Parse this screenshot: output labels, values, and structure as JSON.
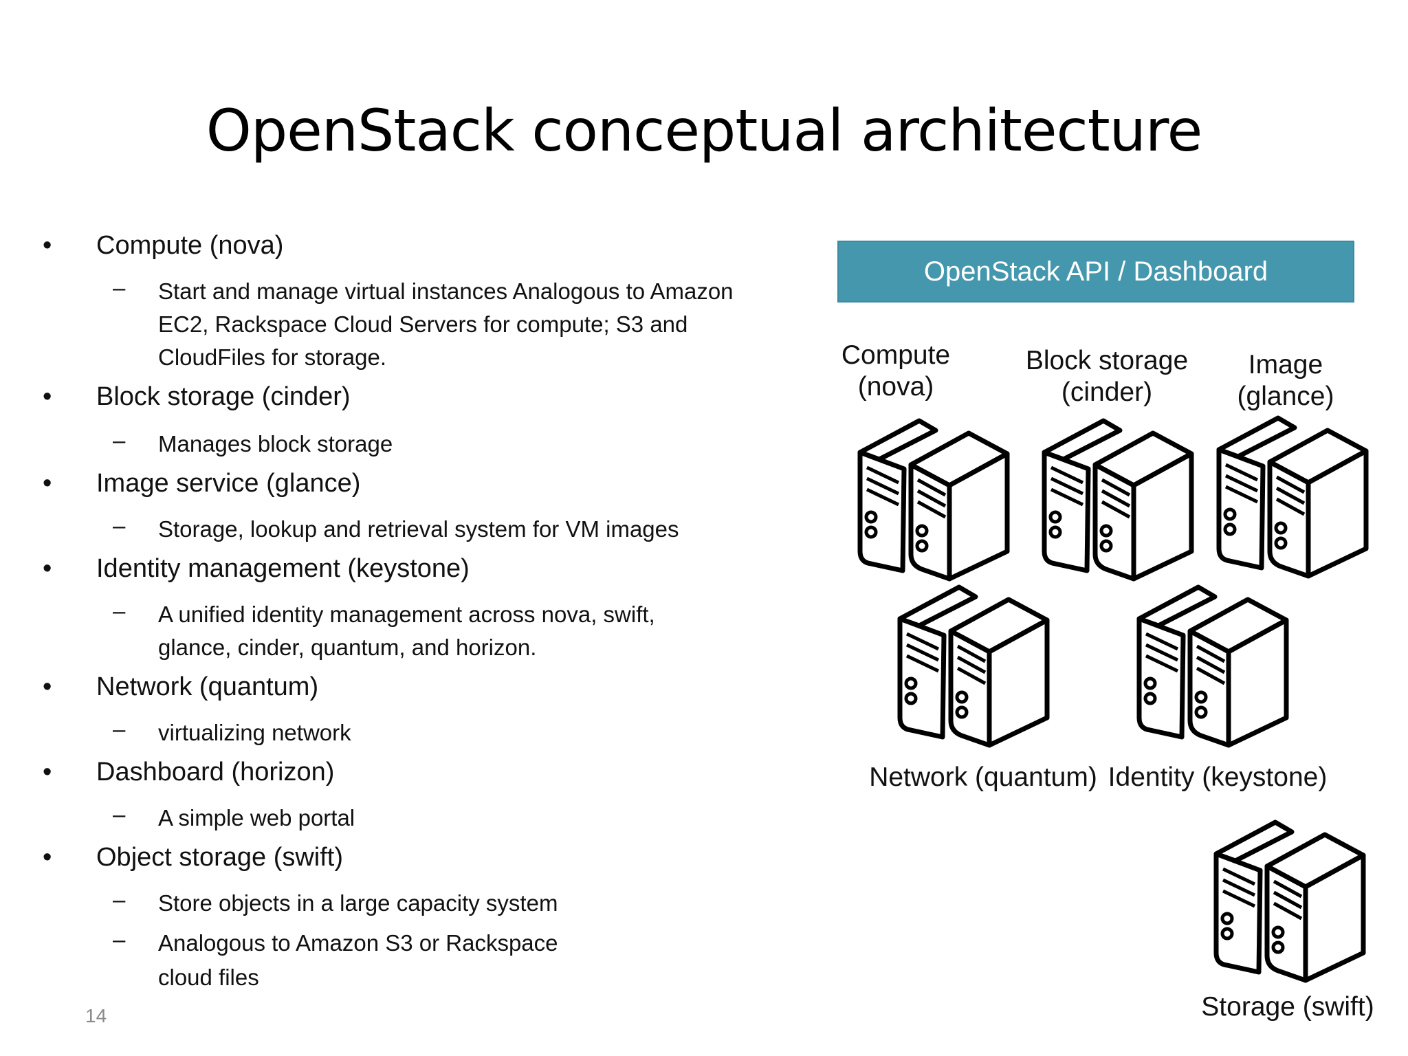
{
  "slide": {
    "title": "OpenStack conceptual architecture",
    "page_number": "14"
  },
  "bullets": [
    {
      "label": "Compute (nova)",
      "subs": [
        "Start and manage virtual instances Analogous to Amazon",
        "EC2, Rackspace Cloud Servers for compute; S3 and",
        "CloudFiles for storage."
      ]
    },
    {
      "label": "Block storage (cinder)",
      "subs": [
        "Manages block storage"
      ]
    },
    {
      "label": "Image service (glance)",
      "subs": [
        "Storage, lookup and retrieval system for VM images"
      ]
    },
    {
      "label": "Identity management (keystone)",
      "subs": [
        "A unified identity management across nova, swift,",
        "glance, cinder, quantum, and horizon."
      ]
    },
    {
      "label": "Network (quantum)",
      "subs": [
        "virtualizing network"
      ]
    },
    {
      "label": "Dashboard (horizon)",
      "subs": [
        "A simple web portal"
      ]
    },
    {
      "label": "Object storage (swift)",
      "subs": [
        "Store objects in a large capacity system",
        "Analogous to Amazon S3 or Rackspace",
        "cloud files"
      ]
    }
  ],
  "markers": {
    "bullet": "•",
    "dash": "–"
  },
  "diagram": {
    "api_bar": "OpenStack API / Dashboard",
    "api_color": "#4497ad",
    "services": [
      {
        "line1": "Compute",
        "line2": "(nova)",
        "icon": "server-icon"
      },
      {
        "line1": "Block storage",
        "line2": "(cinder)",
        "icon": "server-icon"
      },
      {
        "line1": "Image",
        "line2": "(glance)",
        "icon": "server-icon"
      },
      {
        "line1": "Network (quantum)",
        "line2": "",
        "icon": "server-icon"
      },
      {
        "line1": "Identity (keystone)",
        "line2": "",
        "icon": "server-icon"
      },
      {
        "line1": "Storage (swift)",
        "line2": "",
        "icon": "server-icon"
      }
    ]
  }
}
